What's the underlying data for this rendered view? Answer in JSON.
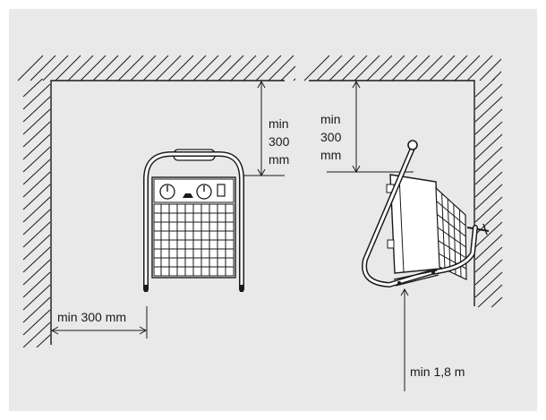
{
  "labels": {
    "left_top_clearance": [
      "min",
      "300",
      "mm"
    ],
    "right_top_clearance": [
      "min",
      "300",
      "mm"
    ],
    "left_side_clearance": "min 300 mm",
    "mount_height": "min 1,8 m"
  }
}
